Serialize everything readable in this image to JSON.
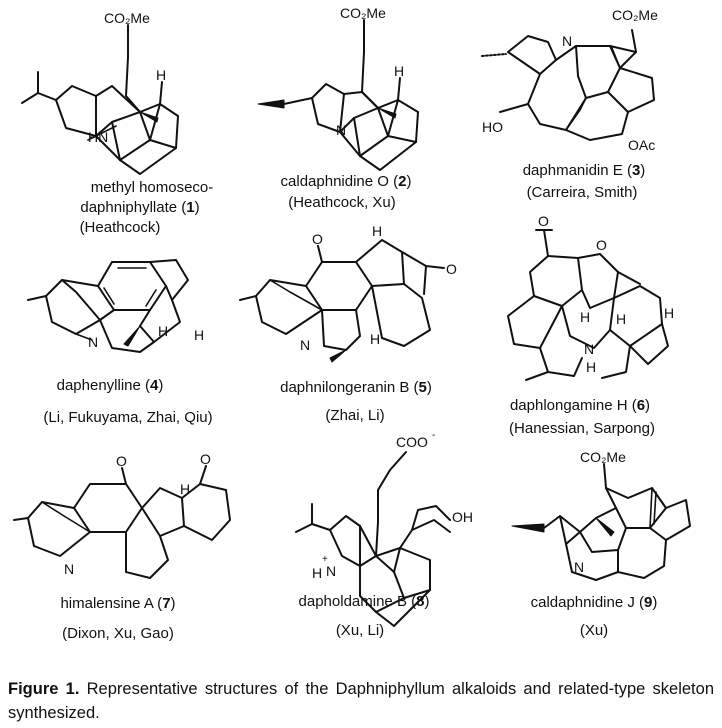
{
  "compounds": [
    {
      "name_lines": [
        "methyl homoseco-",
        "daphniphyllate ("
      ],
      "number": "1",
      "close": ")",
      "credit": "(Heathcock)",
      "atoms": {
        "ester": "CO2Me",
        "h": "H",
        "nh": "HN"
      }
    },
    {
      "name": "caldaphnidine O (",
      "number": "2",
      "close": ")",
      "credit": "(Heathcock, Xu)",
      "atoms": {
        "ester": "CO2Me",
        "h": "H",
        "n": "N"
      }
    },
    {
      "name": "daphmanidin E (",
      "number": "3",
      "close": ")",
      "credit": "(Carreira, Smith)",
      "atoms": {
        "ester": "CO2Me",
        "n": "N",
        "ho": "HO",
        "oac": "OAc"
      }
    },
    {
      "name": "daphenylline (",
      "number": "4",
      "close": ")",
      "credit": "(Li, Fukuyama, Zhai, Qiu)",
      "atoms": {
        "n": "N",
        "h1": "H",
        "h2": "H"
      }
    },
    {
      "name": "daphnilongeranin B (",
      "number": "5",
      "close": ")",
      "credit": "(Zhai, Li)",
      "atoms": {
        "o1": "O",
        "o2": "O",
        "n": "N",
        "h1": "H",
        "h2": "H"
      }
    },
    {
      "name": "daphlongamine H (",
      "number": "6",
      "close": ")",
      "credit": "(Hanessian, Sarpong)",
      "atoms": {
        "o1": "O",
        "o2": "O",
        "n": "N",
        "h1": "H",
        "h2": "H",
        "h3": "H",
        "h4": "H"
      }
    },
    {
      "name": "himalensine A (",
      "number": "7",
      "close": ")",
      "credit": "(Dixon, Xu, Gao)",
      "atoms": {
        "o1": "O",
        "o2": "O",
        "n": "N",
        "h": "H"
      }
    },
    {
      "name": "dapholdamine B (",
      "number": "8",
      "close": ")",
      "credit": "(Xu, Li)",
      "atoms": {
        "coo": "COO",
        "minus": "-",
        "oh": "OH",
        "h": "H",
        "n": "N",
        "plus": "+"
      }
    },
    {
      "name": "caldaphnidine J  (",
      "number": "9",
      "close": ")",
      "credit": "(Xu)",
      "atoms": {
        "ester": "CO2Me",
        "n": "N"
      }
    }
  ],
  "caption": {
    "label": "Figure 1.",
    "text": " Representative structures of the Daphniphyllum alkaloids and related-type skeleton synthesized."
  }
}
